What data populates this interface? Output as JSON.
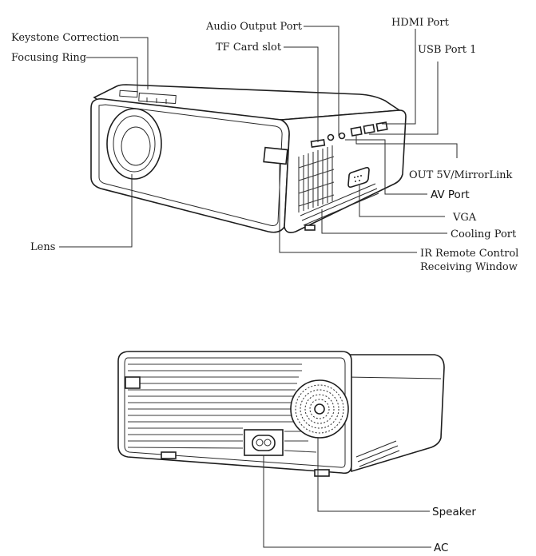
{
  "front_view": {
    "labels": {
      "keystone": "Keystone Correction",
      "focus": "Focusing Ring",
      "lens": "Lens",
      "audio_out": "Audio Output Port",
      "tf_card": "TF Card slot",
      "hdmi": "HDMI Port",
      "usb1": "USB Port 1",
      "out5v": "OUT 5V/MirrorLink",
      "av": "AV Port",
      "vga": "VGA",
      "cooling": "Cooling Port",
      "ir_line1": "IR Remote Control",
      "ir_line2": "Receiving Window"
    }
  },
  "back_view": {
    "labels": {
      "speaker": "Speaker",
      "ac": "AC"
    }
  }
}
